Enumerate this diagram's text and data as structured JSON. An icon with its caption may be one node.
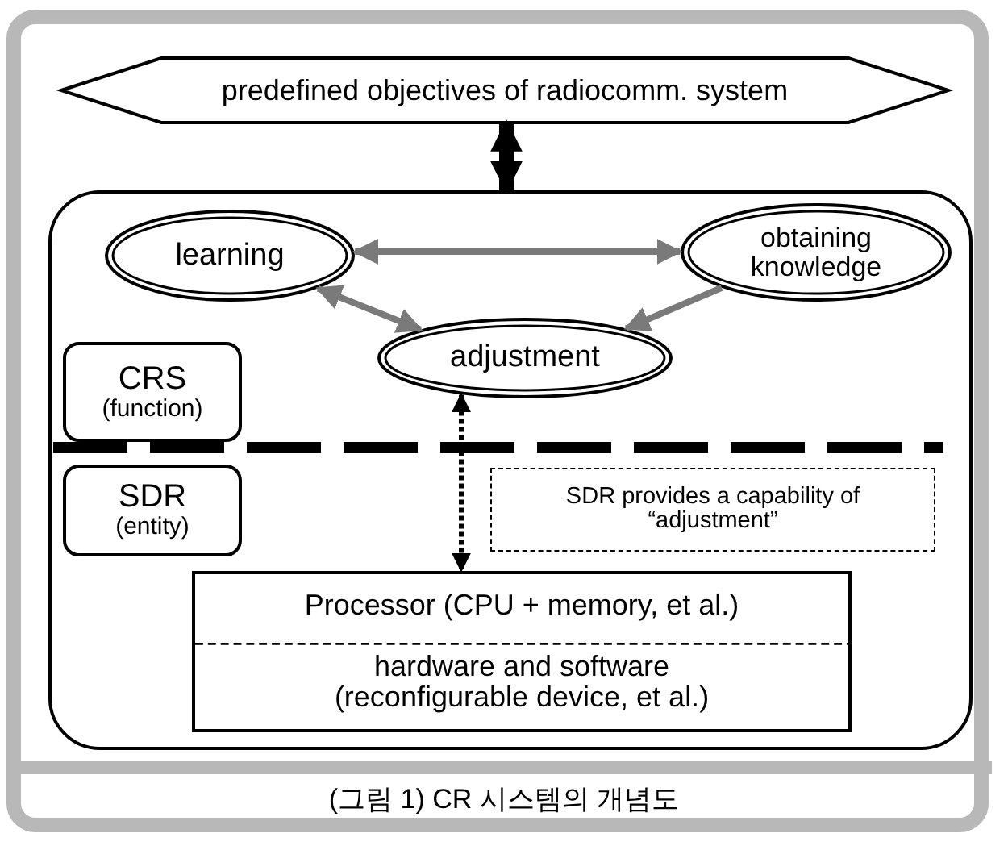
{
  "diagram": {
    "caption": "(그림 1) CR 시스템의 개념도",
    "nodes": [
      {
        "text": [
          "predefined objectives of radiocomm. system"
        ]
      },
      {
        "text": [],
        "shape": "box"
      },
      {
        "text": [
          "learning"
        ],
        "in": 1
      },
      {
        "text": [
          "obtaining knowledge"
        ],
        "in": 1
      },
      {
        "text": [
          "adjustment"
        ],
        "in": 1
      },
      {
        "text": [
          "CRS",
          "(function)"
        ],
        "in": 1
      },
      {
        "text": [
          "SDR",
          "(entity)"
        ],
        "in": 1
      },
      {
        "text": [
          "SDR provides a capability of “adjustment”"
        ],
        "in": 1
      },
      {
        "text": [
          "Processor (CPU + memory, et al.)",
          "hardware and software (reconfigurable device, et al.)"
        ],
        "in": 1
      }
    ],
    "edges": [
      {
        "from": 0,
        "to": 1,
        "arrow": "both",
        "style": "thick",
        "color": "#000000"
      },
      {
        "from": 2,
        "to": 3,
        "arrow": "both"
      },
      {
        "from": 4,
        "to": 2,
        "arrow": "both"
      },
      {
        "from": 3,
        "to": 4,
        "arrow": "to"
      },
      {
        "from": 4,
        "to": 8,
        "arrow": "both",
        "style": "dashed",
        "color": "#000000"
      }
    ]
  }
}
